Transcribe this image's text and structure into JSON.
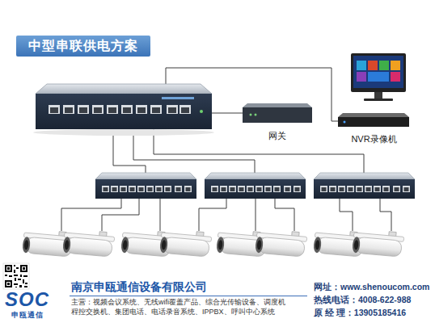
{
  "diagram": {
    "title": "中型串联供电方案",
    "nodes": [
      {
        "text": [
          "网关"
        ]
      },
      {
        "text": [
          "NVR录像机"
        ]
      },
      {
        "text": [
          "南京申瓯通信设备有限公司",
          "主营：视频会议系统、无线wifi覆盖产品、综合光传输设备、调度机 程控交换机、集团电话、电话录音系统、IPPBX、呼叫中心系统",
          "网址：www.shenoucom.com",
          "热线电话：4008-622-988",
          "原 经 理：13905185416"
        ]
      }
    ],
    "labels": [
      "SOC",
      "申瓯通信"
    ]
  }
}
